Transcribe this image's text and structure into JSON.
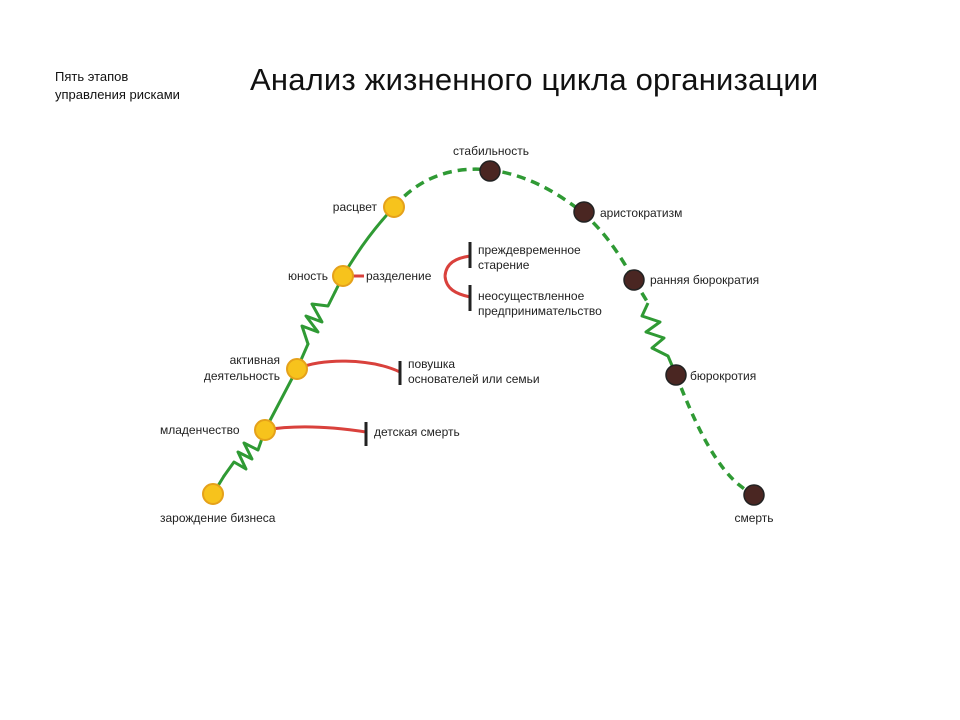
{
  "header": {
    "left_line1": "Пять этапов",
    "left_line2": "управления рисками",
    "title": "Анализ жизненного цикла организации"
  },
  "colors": {
    "growth_line": "#2f9a34",
    "decline_line": "#2f9a34",
    "growth_node": "#f7c31c",
    "growth_node_stroke": "#e5a11a",
    "decline_node": "#4a2622",
    "trap_line": "#d9413c",
    "bar": "#222222"
  },
  "stages": {
    "birth": "зарождение бизнеса",
    "infancy": "младенчество",
    "active_1": "активная",
    "active_2": "деятельность",
    "youth": "юность",
    "prime": "расцвет",
    "stability": "стабильность",
    "aristocracy": "аристократизм",
    "early_bureaucracy": "ранняя бюрократия",
    "bureaucracy": "бюрокротия",
    "death": "смерть"
  },
  "traps": {
    "split": "разделение",
    "premature_1": "преждевременное",
    "premature_2": "старение",
    "unrealized_1": "неосуществленное",
    "unrealized_2": "предпринимательство",
    "founder_1": "повушка",
    "founder_2": "основателей или семьи",
    "infant_death": "детская смерть"
  }
}
